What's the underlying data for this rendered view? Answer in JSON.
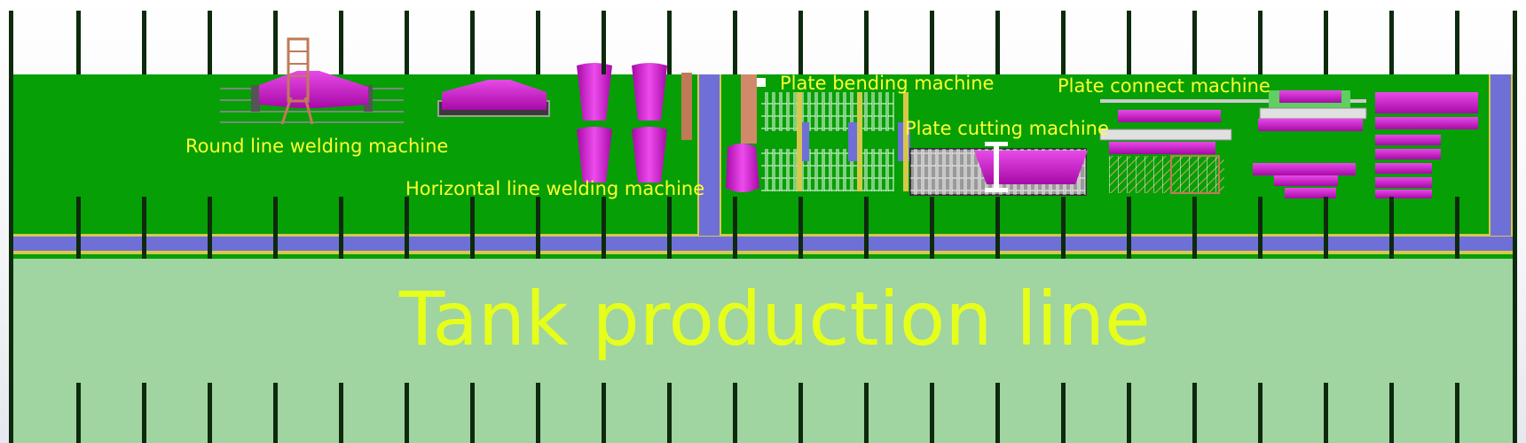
{
  "title": "Tank production line",
  "labels": {
    "round_line_welding": "Round line welding machine",
    "horizontal_line_welding": "Horizontal line welding machine",
    "plate_bending": "Plate bending machine",
    "plate_cutting": "Plate cutting machine",
    "plate_connect": "Plate connect machine"
  },
  "colors": {
    "factory_floor": "#069f06",
    "storage_area": "#a0d4a0",
    "conveyor": "#6f6fd8",
    "rail_edge": "#d6c84a",
    "machine": "#c812c8",
    "frame": "#c07a58",
    "column": "#0d2a0d",
    "label_text": "#ffff33"
  }
}
